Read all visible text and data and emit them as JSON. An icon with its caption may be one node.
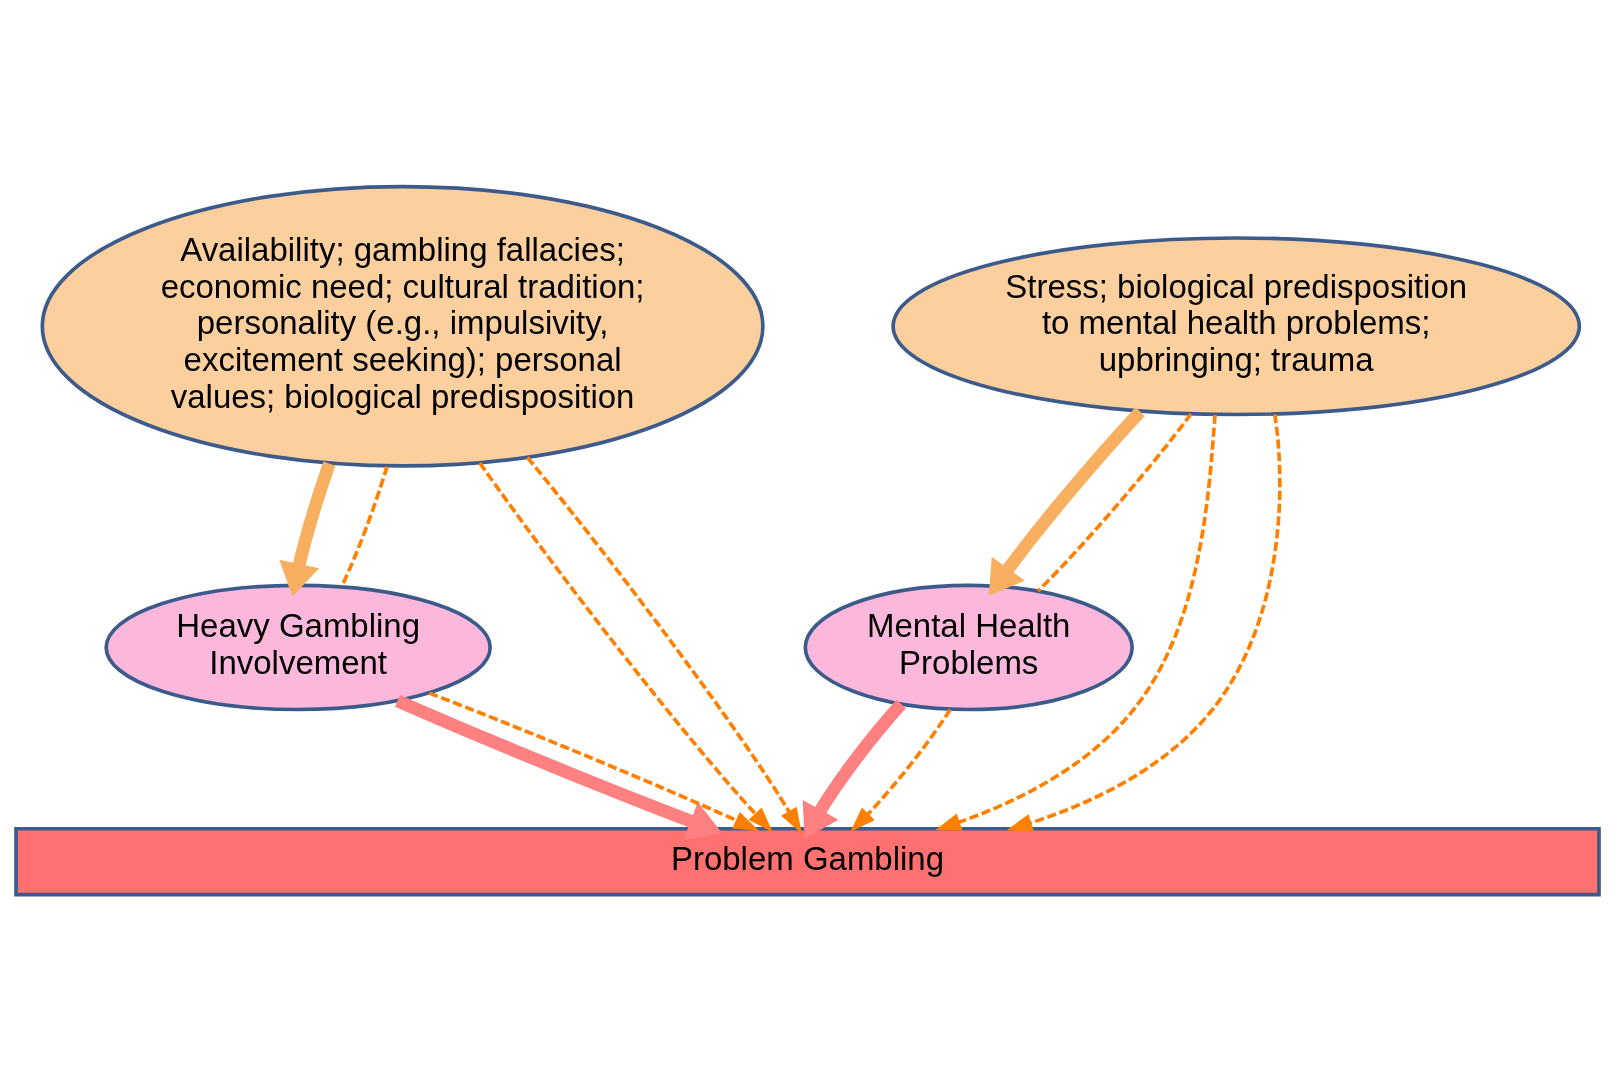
{
  "diagram": {
    "nodes": [
      {
        "text": [
          "Availability; gambling fallacies; economic need; cultural tradition; personality (e.g., impulsivity, excitement seeking); personal values; biological predisposition"
        ]
      },
      {
        "text": [
          "Stress; biological predisposition to mental health problems; upbringing; trauma"
        ]
      },
      {
        "text": [
          "Heavy Gambling Involvement"
        ]
      },
      {
        "text": [
          "Mental Health Problems"
        ]
      },
      {
        "text": [
          "Problem Gambling"
        ]
      }
    ],
    "edges": [
      {
        "from": 0,
        "to": 2,
        "arrow": "to",
        "style": "thick",
        "color": "#f8b060"
      },
      {
        "from": 1,
        "to": 3,
        "arrow": "to",
        "style": "thick",
        "color": "#f8b060"
      },
      {
        "from": 2,
        "to": 4,
        "arrow": "to",
        "style": "thick",
        "color": "#ff8080"
      },
      {
        "from": 3,
        "to": 4,
        "arrow": "to",
        "style": "thick",
        "color": "#ff8080"
      },
      {
        "from": 0,
        "to": 4,
        "arrow": "to",
        "style": "dashed"
      },
      {
        "from": 0,
        "to": 2,
        "arrow": "none",
        "style": "dashed"
      },
      {
        "from": 2,
        "to": 4,
        "arrow": "to",
        "style": "dashed"
      },
      {
        "from": 0,
        "to": 4,
        "arrow": "to",
        "style": "dashed"
      },
      {
        "from": 1,
        "to": 4,
        "arrow": "to",
        "style": "dashed"
      },
      {
        "from": 1,
        "to": 3,
        "arrow": "none",
        "style": "dashed"
      },
      {
        "from": 3,
        "to": 4,
        "arrow": "to",
        "style": "dashed"
      },
      {
        "from": 1,
        "to": 4,
        "arrow": "to",
        "style": "dashed"
      }
    ]
  }
}
